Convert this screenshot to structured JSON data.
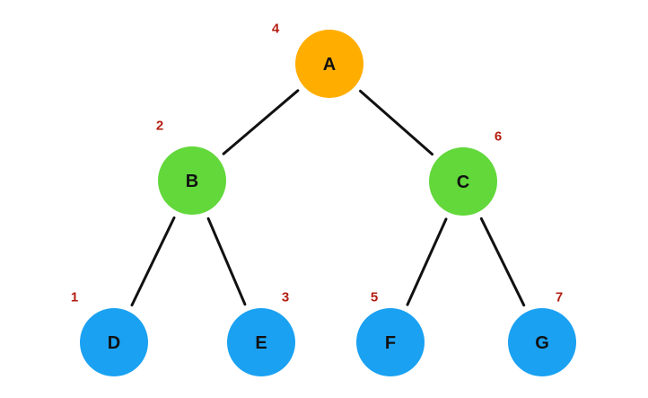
{
  "colors": {
    "root": "#FFAE00",
    "internal": "#62D83B",
    "leaf": "#1AA1F2",
    "edge": "#111111",
    "order_label": "#B41E12"
  },
  "tree": {
    "nodes": [
      {
        "id": "A",
        "label": "A",
        "order": "4",
        "level": "root"
      },
      {
        "id": "B",
        "label": "B",
        "order": "2",
        "level": "internal"
      },
      {
        "id": "C",
        "label": "C",
        "order": "6",
        "level": "internal"
      },
      {
        "id": "D",
        "label": "D",
        "order": "1",
        "level": "leaf"
      },
      {
        "id": "E",
        "label": "E",
        "order": "3",
        "level": "leaf"
      },
      {
        "id": "F",
        "label": "F",
        "order": "5",
        "level": "leaf"
      },
      {
        "id": "G",
        "label": "G",
        "order": "7",
        "level": "leaf"
      }
    ],
    "edges": [
      {
        "from": "A",
        "to": "B"
      },
      {
        "from": "A",
        "to": "C"
      },
      {
        "from": "B",
        "to": "D"
      },
      {
        "from": "B",
        "to": "E"
      },
      {
        "from": "C",
        "to": "F"
      },
      {
        "from": "C",
        "to": "G"
      }
    ]
  }
}
